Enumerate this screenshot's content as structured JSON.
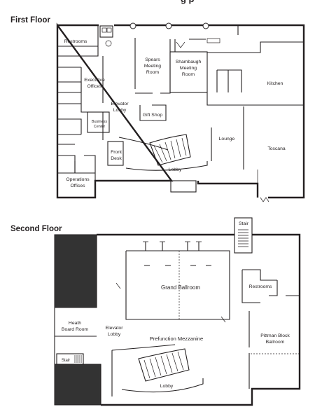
{
  "header": {
    "title_fragment": "g p"
  },
  "first_floor": {
    "title": "First Floor",
    "rooms": {
      "restrooms": "Restrooms",
      "spears": [
        "Spears",
        "Meeting",
        "Room"
      ],
      "shambaugh": [
        "Shambaugh",
        "Meeting",
        "Room"
      ],
      "kitchen": "Kitchen",
      "executive": [
        "Executive",
        "Offices"
      ],
      "elevator": [
        "Elevator",
        "Lobby"
      ],
      "gift_shop": "Gift Shop",
      "business": [
        "Business",
        "Center"
      ],
      "lounge": "Lounge",
      "toscana": "Toscana",
      "front_desk": [
        "Front",
        "Desk"
      ],
      "lobby": "Lobby",
      "operations": [
        "Operations",
        "Offices"
      ]
    }
  },
  "second_floor": {
    "title": "Second Floor",
    "rooms": {
      "stair_top": "Stair",
      "grand_ballroom": "Grand Ballroom",
      "restrooms": "Restrooms",
      "heath": [
        "Heath",
        "Board Room"
      ],
      "elevator": [
        "Elevator",
        "Lobby"
      ],
      "prefunction": "Prefunction Mezzanine",
      "pittman": [
        "Pittman Block",
        "Ballroom"
      ],
      "stair_left": "Stair",
      "lobby": "Lobby"
    }
  },
  "colors": {
    "ink": "#231f20",
    "fill_dark": "#333333",
    "background": "#ffffff"
  }
}
